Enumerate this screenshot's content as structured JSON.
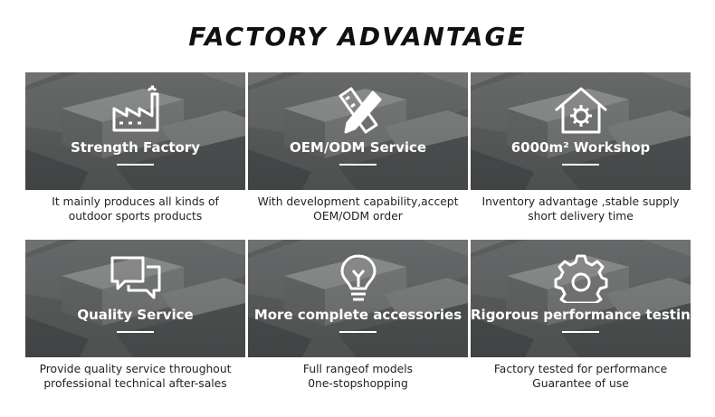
{
  "title": "FACTORY ADVANTAGE",
  "cards": [
    {
      "label": "Strength Factory",
      "desc1": "It mainly produces all kinds of",
      "desc2": "outdoor sports products",
      "icon": "factory-icon"
    },
    {
      "label": "OEM/ODM Service",
      "desc1": "With development capability,accept",
      "desc2": "OEM/ODM order",
      "icon": "design-tools-icon"
    },
    {
      "label": "6000m² Workshop",
      "desc1": "Inventory advantage ,stable supply",
      "desc2": "short delivery time",
      "icon": "house-gear-icon"
    },
    {
      "label": "Quality Service",
      "desc1": "Provide quality service throughout",
      "desc2": "professional technical after-sales",
      "icon": "chat-bubbles-icon"
    },
    {
      "label": "More complete accessories",
      "desc1": "Full rangeof models",
      "desc2": "0ne-stopshopping",
      "icon": "lightbulb-icon"
    },
    {
      "label": "Rigorous performance testing",
      "desc1": "Factory tested for performance",
      "desc2": "Guarantee of use",
      "icon": "gear-icon"
    }
  ]
}
